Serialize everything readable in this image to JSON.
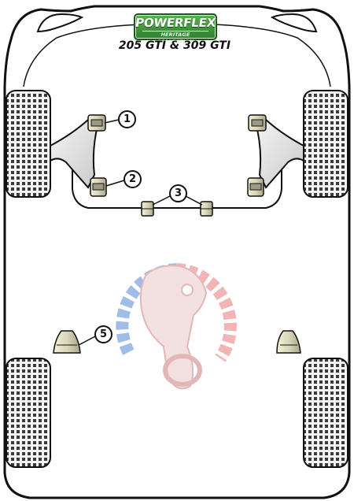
{
  "logo": {
    "brand": "POWERFLEX",
    "subtitle": "HERITAGE COLLECTION"
  },
  "title": "205 GTI & 309 GTI",
  "callouts": {
    "bush_1": "1",
    "bush_2": "2",
    "bush_3": "3",
    "bush_5": "5"
  },
  "colors": {
    "outline": "#111111",
    "tyre": "#3a3a3a",
    "bush": "#d9d7b9",
    "logo_green": "#3f9840",
    "watermark_blue": "#7fa8df",
    "watermark_red": "#ee9b9b"
  }
}
